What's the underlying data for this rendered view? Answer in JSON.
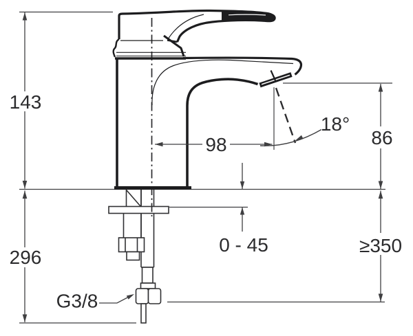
{
  "drawing": {
    "labels": {
      "height_above_deck": "143",
      "height_below_deck": "296",
      "spout_reach": "98",
      "spout_outlet_height": "86",
      "mounting_thickness_range": "0 - 45",
      "min_clearance_below": "≥350",
      "outlet_angle": "18°",
      "thread_size": "G3/8"
    },
    "colors": {
      "outline": "#1d1d1f",
      "dimension_lines": "#3f3f41",
      "text": "#2b2b2d",
      "background": "#ffffff"
    }
  }
}
